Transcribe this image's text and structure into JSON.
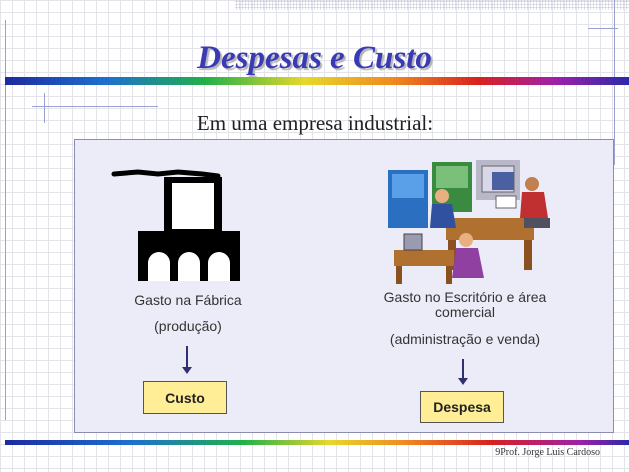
{
  "slide": {
    "title": "Despesas e Custo",
    "subtitle": "Em uma empresa industrial:",
    "factory": {
      "icon": "factory-icon",
      "label_line1": "Gasto na Fábrica",
      "label_line2": "(produção)",
      "result": "Custo"
    },
    "office": {
      "icon": "office-workers-icon",
      "label_line1": "Gasto no Escritório e área",
      "label_line2": "comercial",
      "label_line3": "(administração e venda)",
      "result": "Despesa"
    },
    "footer": "9Prof. Jorge Luis Cardoso"
  }
}
